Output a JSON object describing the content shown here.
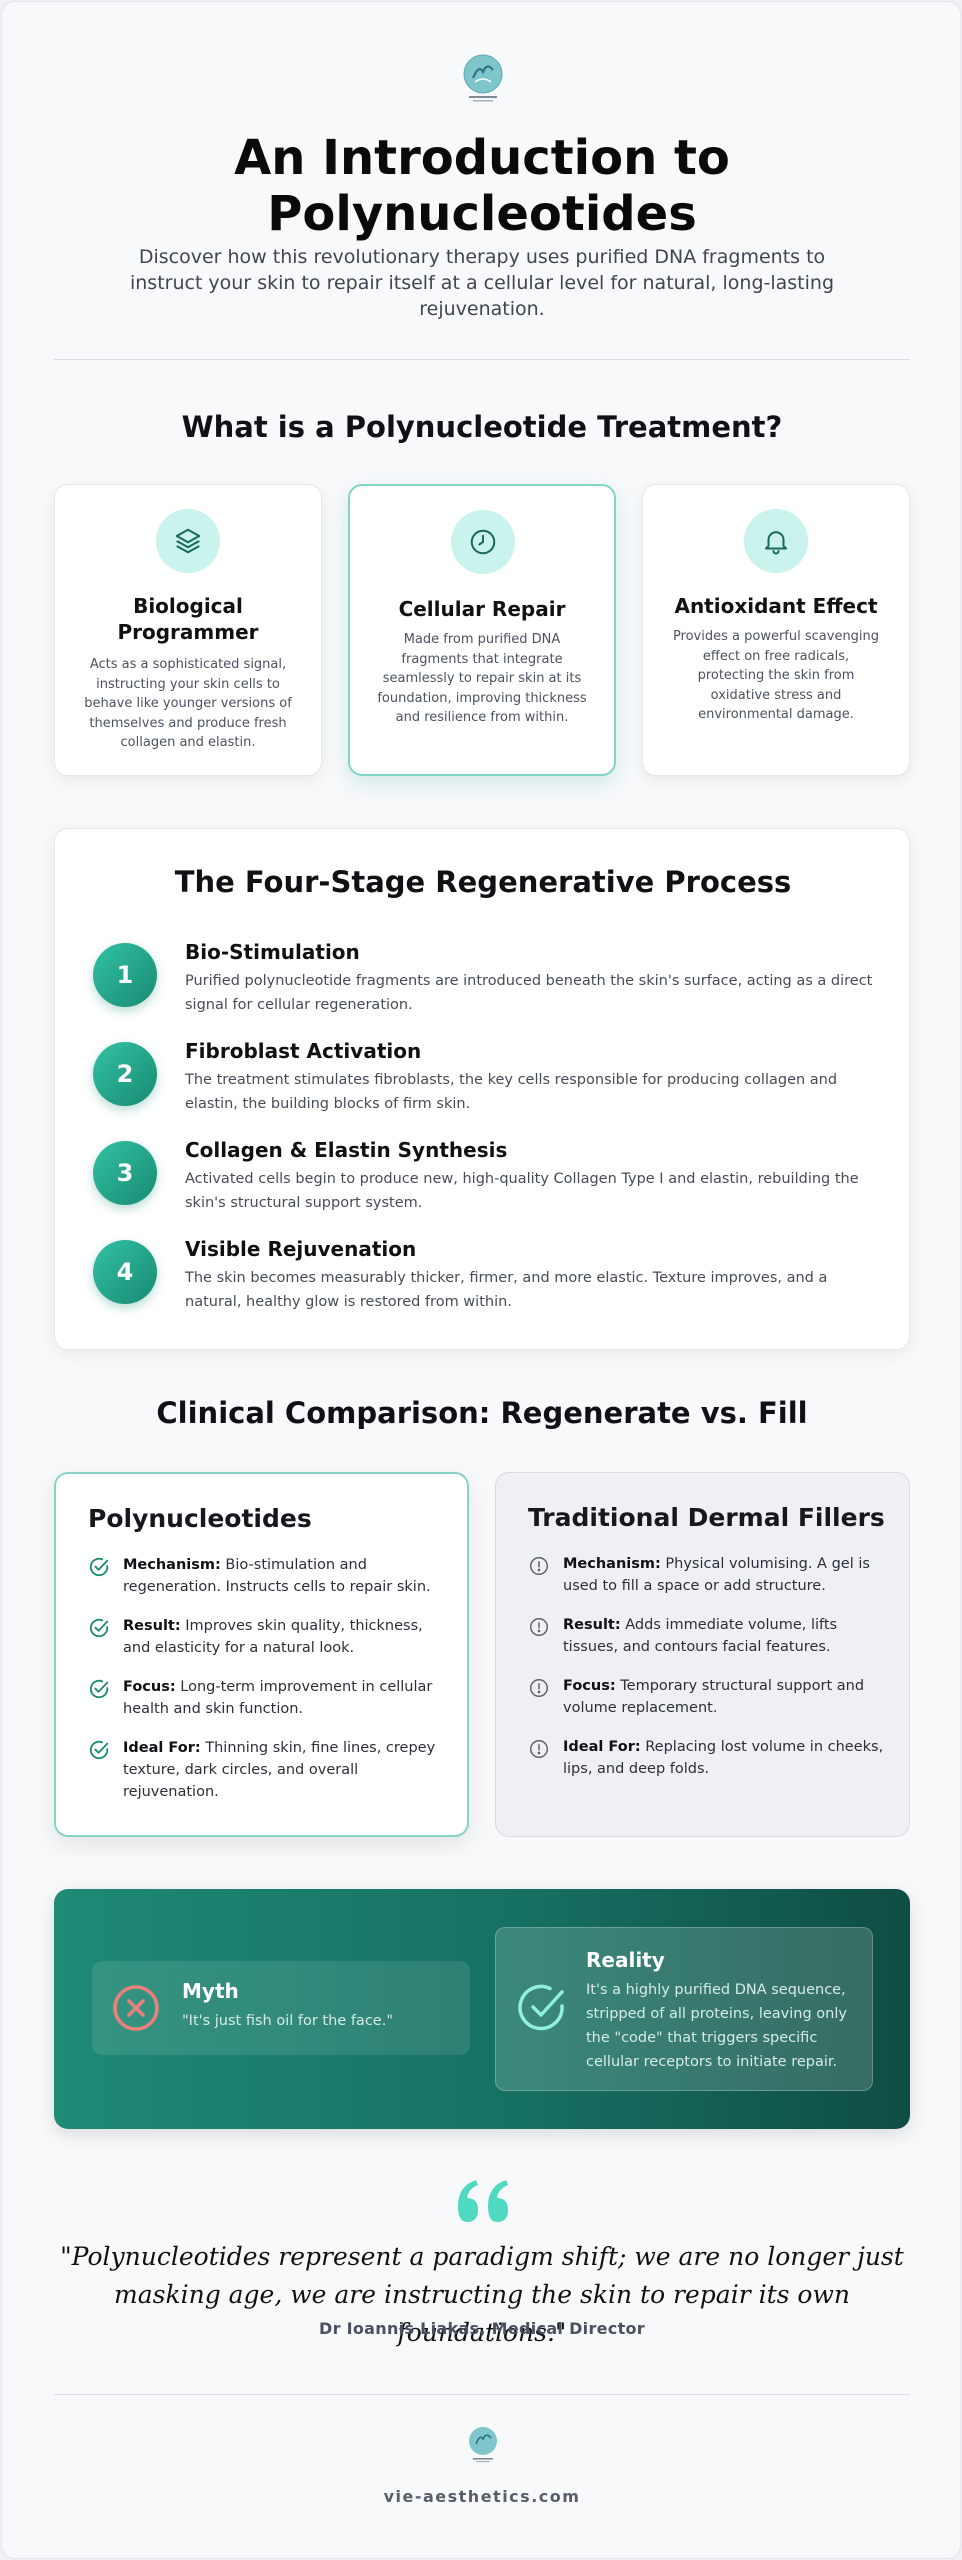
{
  "header": {
    "title": "An Introduction to Polynucleotides",
    "subtitle": "Discover how this revolutionary therapy uses purified DNA fragments to instruct your skin to repair itself at a cellular level for natural, long-lasting rejuvenation."
  },
  "what_is": {
    "heading": "What is a Polynucleotide Treatment?",
    "cards": [
      {
        "icon": "layers-icon",
        "title": "Biological Programmer",
        "text": "Acts as a sophisticated signal, instructing your skin cells to behave like younger versions of themselves and produce fresh collagen and elastin."
      },
      {
        "icon": "clock-icon",
        "title": "Cellular Repair",
        "text": "Made from purified DNA fragments that integrate seamlessly to repair skin at its foundation, improving thickness and resilience from within."
      },
      {
        "icon": "bell-icon",
        "title": "Antioxidant Effect",
        "text": "Provides a powerful scavenging effect on free radicals, protecting the skin from oxidative stress and environmental damage."
      }
    ]
  },
  "process": {
    "heading": "The Four-Stage Regenerative Process",
    "steps": [
      {
        "num": "1",
        "title": "Bio-Stimulation",
        "text": "Purified polynucleotide fragments are introduced beneath the skin's surface, acting as a direct signal for cellular regeneration."
      },
      {
        "num": "2",
        "title": "Fibroblast Activation",
        "text": "The treatment stimulates fibroblasts, the key cells responsible for producing collagen and elastin, the building blocks of firm skin."
      },
      {
        "num": "3",
        "title": "Collagen & Elastin Synthesis",
        "text": "Activated cells begin to produce new, high-quality Collagen Type I and elastin, rebuilding the skin's structural support system."
      },
      {
        "num": "4",
        "title": "Visible Rejuvenation",
        "text": "The skin becomes measurably thicker, firmer, and more elastic. Texture improves, and a natural, healthy glow is restored from within."
      }
    ]
  },
  "comparison": {
    "heading": "Clinical Comparison: Regenerate vs. Fill",
    "left": {
      "title": "Polynucleotides",
      "rows": [
        {
          "label": "Mechanism:",
          "text": " Bio-stimulation and regeneration. Instructs cells to repair skin."
        },
        {
          "label": "Result:",
          "text": " Improves skin quality, thickness, and elasticity for a natural look."
        },
        {
          "label": "Focus:",
          "text": " Long-term improvement in cellular health and skin function."
        },
        {
          "label": "Ideal For:",
          "text": " Thinning skin, fine lines, crepey texture, dark circles, and overall rejuvenation."
        }
      ]
    },
    "right": {
      "title": "Traditional Dermal Fillers",
      "rows": [
        {
          "label": "Mechanism:",
          "text": " Physical volumising. A gel is used to fill a space or add structure."
        },
        {
          "label": "Result:",
          "text": " Adds immediate volume, lifts tissues, and contours facial features."
        },
        {
          "label": "Focus:",
          "text": " Temporary structural support and volume replacement."
        },
        {
          "label": "Ideal For:",
          "text": " Replacing lost volume in cheeks, lips, and deep folds."
        }
      ]
    }
  },
  "myth_reality": {
    "myth_title": "Myth",
    "myth_text": "\"It's just fish oil for the face.\"",
    "reality_title": "Reality",
    "reality_text": "It's a highly purified DNA sequence, stripped of all proteins, leaving only the \"code\" that triggers specific cellular receptors to initiate repair."
  },
  "quote": {
    "text": "\"Polynucleotides represent a paradigm shift; we are no longer just masking age, we are instructing the skin to repair its own foundations.\"",
    "author": "Dr Ioannis Liakas, Medical Director"
  },
  "footer": {
    "site": "vie-aesthetics.com"
  },
  "colors": {
    "accent": "#1f9b82",
    "accent_light": "#c9f3ec",
    "myth_red": "#e8827a"
  }
}
